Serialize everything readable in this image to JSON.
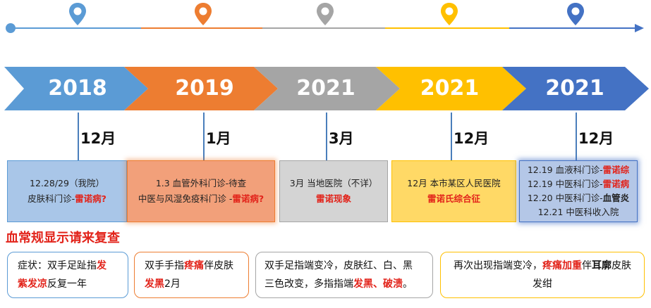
{
  "timeline": {
    "colors": {
      "blue": "#5b9bd5",
      "orange": "#ed7d31",
      "gray": "#a5a5a5",
      "gold": "#ffc000",
      "navy": "#4472c4",
      "red": "#e2231a"
    },
    "years": [
      {
        "label": "2018",
        "color": "#5b9bd5"
      },
      {
        "label": "2019",
        "color": "#ed7d31"
      },
      {
        "label": "2021",
        "color": "#a5a5a5"
      },
      {
        "label": "2021",
        "color": "#ffc000"
      },
      {
        "label": "2021",
        "color": "#4472c4"
      }
    ],
    "months": [
      "12月",
      "1月",
      "3月",
      "12月",
      "12月"
    ]
  },
  "events": {
    "e1": {
      "l1": "12.28/29（我院）",
      "l2a": "皮肤科门诊-",
      "l2b": "雷诺病?"
    },
    "e2": {
      "l1": "1.3 血管外科门诊-待查",
      "l2a": "中医与风湿免疫科门诊 -",
      "l2b": "雷诺病?"
    },
    "e3": {
      "l1": "3月 当地医院（不详）",
      "l2": "雷诺现象"
    },
    "e4": {
      "l1": "12月 本市某区人民医院",
      "l2": "雷诺氏综合征"
    },
    "e5": {
      "l1a": "12.19 血液科门诊-",
      "l1b": "雷诺综",
      "l2a": "12.19 中医科门诊-",
      "l2b": "雷诺病",
      "l3a": "12.20 中医科门诊-",
      "l3b": "血管炎",
      "l4": "12.21 中医科收入院"
    }
  },
  "section_title": "血常规显示请来复查",
  "symptoms": {
    "s1": {
      "a": "症状：双手足趾指",
      "b": "发",
      "c": "紫发凉",
      "d": "反复一年"
    },
    "s2": {
      "a": "双手手指",
      "b": "疼痛",
      "c": "伴皮肤",
      "d": "发黑",
      "e": "2月"
    },
    "s3": {
      "a": "双手足指端变冷，皮肤红、白、黑",
      "b": "三色改变，多指指端",
      "c": "发黑、破溃",
      "d": "。"
    },
    "s4": {
      "a": "再次出现指端变冷，",
      "b": "疼痛加重",
      "c": "伴",
      "d": "耳廓",
      "e": "皮肤",
      "f": "发绀"
    }
  }
}
